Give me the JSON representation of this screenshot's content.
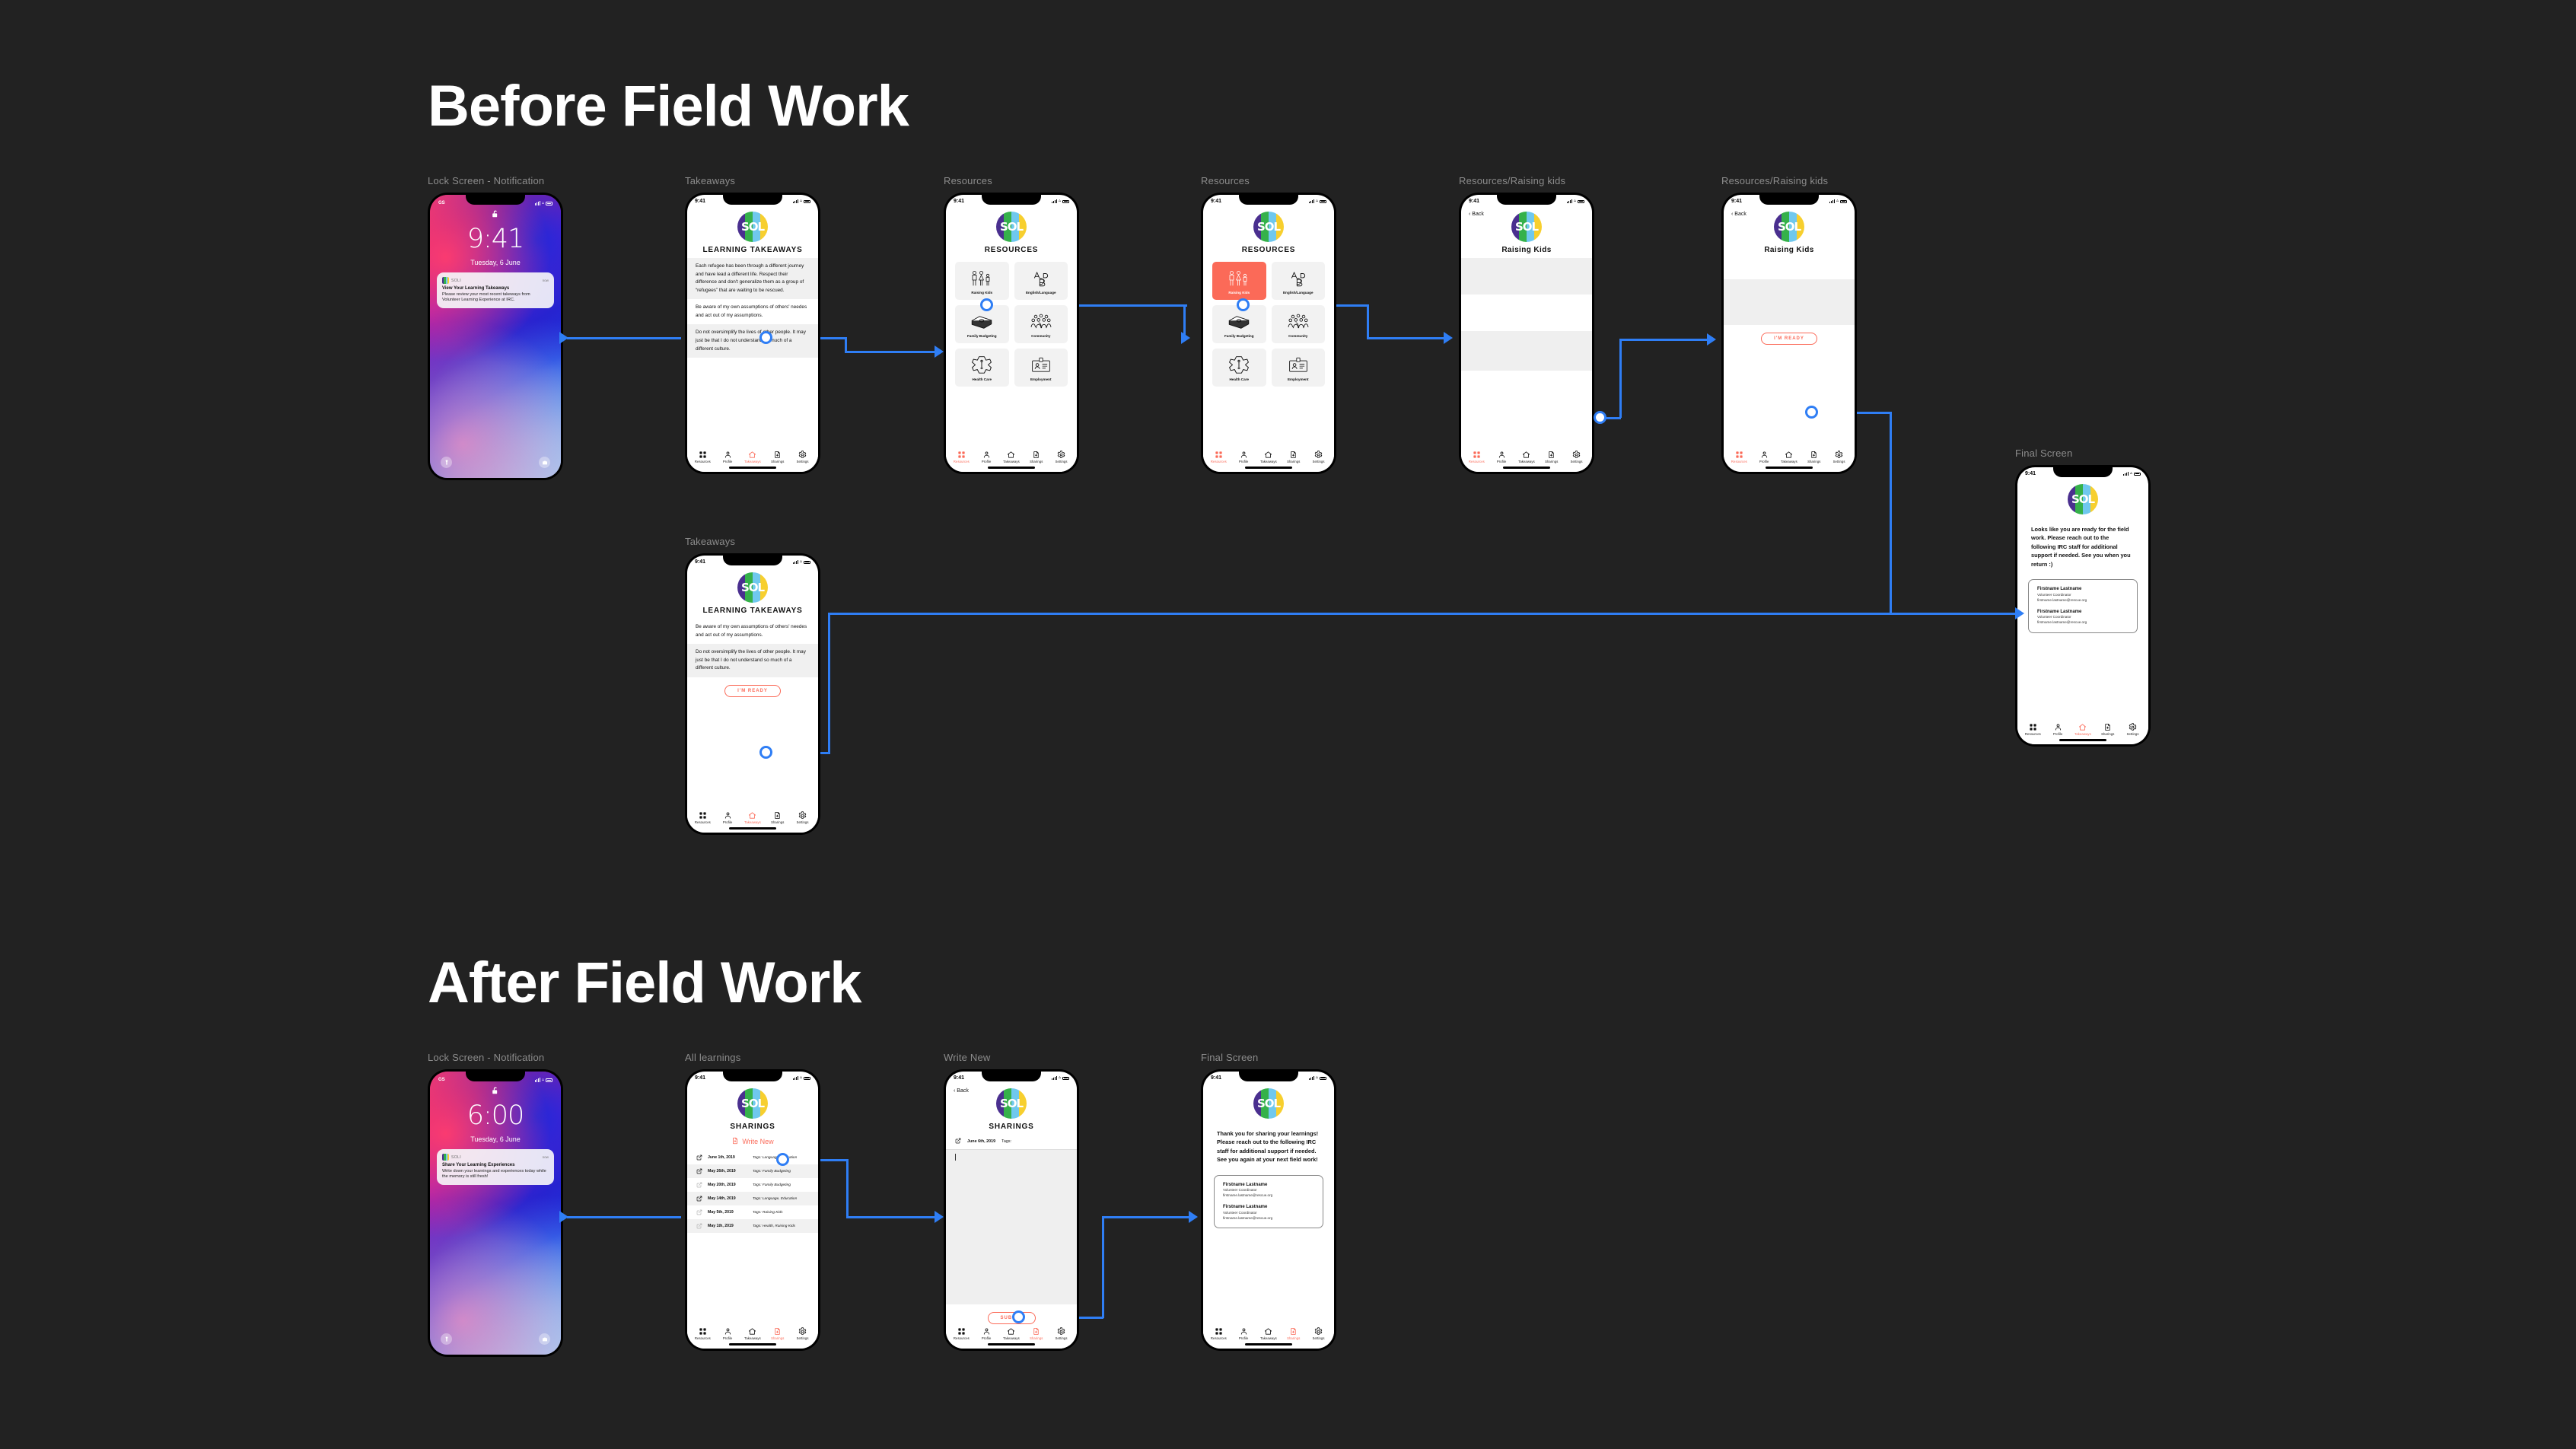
{
  "sections": [
    {
      "title": "Before Field Work"
    },
    {
      "title": "After Field Work"
    }
  ],
  "brand": {
    "logo_text": "SOL",
    "app_name": "SOLI",
    "accent_red": "#fb6a58",
    "flow_blue": "#2f7ef5",
    "bg": "#222222",
    "logo_colors": [
      "#4a2f8f",
      "#35b14a",
      "#6fc8ee",
      "#f7cf2e"
    ]
  },
  "tabbar": {
    "items": [
      {
        "label": "Resources",
        "icon": "grid-icon"
      },
      {
        "label": "Profile",
        "icon": "person-icon"
      },
      {
        "label": "Takeaways",
        "icon": "home-icon"
      },
      {
        "label": "Sharings",
        "icon": "file-plus-icon"
      },
      {
        "label": "Settings",
        "icon": "gear-icon"
      }
    ]
  },
  "status_bar": {
    "time": "9:41",
    "carrier": "GS"
  },
  "before": {
    "screens": [
      {
        "label": "Lock Screen - Notification",
        "type": "lock",
        "time": "9:41",
        "date": "Tuesday, 6 June",
        "carrier": "GS",
        "notification": {
          "app": "SOLI",
          "when": "now",
          "title": "View Your Learning Takeaways",
          "body": "Please review your most recent takeways from Volunteer Learning Experience at IRC."
        }
      },
      {
        "label": "Takeaways",
        "type": "takeaways",
        "title": "LEARNING TAKEAWAYS",
        "active_tab": 2,
        "paragraphs": [
          "Each refugee has been through a different journey and have lead a different life. Respect their difference and don't generalize them as a group of “refugees” that are waiting to be rescued.",
          "Be aware of my own assumptions of others' needes and act out of my assumptions.",
          "Do not oversimplify the lives of other people. It may just be that I do not understand so much of a different culture."
        ]
      },
      {
        "label": "Resources",
        "type": "resources",
        "title": "RESOURCES",
        "active_tab": 0,
        "selected_card": -1,
        "cards": [
          {
            "label": "Raising Kids",
            "icon": "family-icon"
          },
          {
            "label": "English/Language",
            "icon": "abc-icon"
          },
          {
            "label": "Family Budgeting",
            "icon": "money-stack-icon"
          },
          {
            "label": "Community",
            "icon": "people-group-icon"
          },
          {
            "label": "Health Care",
            "icon": "medical-star-icon"
          },
          {
            "label": "Employment",
            "icon": "id-badge-icon"
          }
        ]
      },
      {
        "label": "Resources",
        "type": "resources",
        "title": "RESOURCES",
        "active_tab": 0,
        "selected_card": 0,
        "cards": [
          {
            "label": "Raising Kids",
            "icon": "family-icon"
          },
          {
            "label": "English/Language",
            "icon": "abc-icon"
          },
          {
            "label": "Family Budgeting",
            "icon": "money-stack-icon"
          },
          {
            "label": "Community",
            "icon": "people-group-icon"
          },
          {
            "label": "Health Care",
            "icon": "medical-star-icon"
          },
          {
            "label": "Employment",
            "icon": "id-badge-icon"
          }
        ]
      },
      {
        "label": "Resources/Raising kids",
        "type": "detail",
        "back": "Back",
        "title": "Raising Kids",
        "active_tab": 0,
        "show_button": false,
        "button": ""
      },
      {
        "label": "Resources/Raising kids",
        "type": "detail",
        "back": "Back",
        "title": "Raising Kids",
        "active_tab": 0,
        "show_button": true,
        "button": "I'M READY"
      },
      {
        "label": "Takeaways",
        "type": "takeaways2",
        "title": "LEARNING TAKEAWAYS",
        "active_tab": 2,
        "button": "I'M READY",
        "paragraphs": [
          "Be aware of my own assumptions of others' needes and act out of my assumptions.",
          "Do not oversimplify the lives of other people. It may just be that I do not understand so much of a different culture."
        ]
      },
      {
        "label": "Final Screen",
        "type": "final",
        "active_tab": 2,
        "message": "Looks like you are ready for the field work. Please reach out to the following IRC staff for additional support if needed. See you when you return :)",
        "contacts": [
          {
            "name": "Firstname Lastname",
            "role": "Volunteer Coordinator",
            "email": "firstname.lastname@rescue.org"
          },
          {
            "name": "Firstname Lastname",
            "role": "Volunteer Coordinator",
            "email": "firstname.lastname@rescue.org"
          }
        ]
      }
    ]
  },
  "after": {
    "screens": [
      {
        "label": "Lock Screen - Notification",
        "type": "lock",
        "time": "6:00",
        "date": "Tuesday, 6 June",
        "carrier": "GS",
        "notification": {
          "app": "SOLI",
          "when": "now",
          "title": "Share Your Learning Experiences",
          "body": "Write down your learnings and experiences today while the memory is still fresh!"
        }
      },
      {
        "label": "All learnings",
        "type": "sharings",
        "title": "SHARINGS",
        "active_tab": 3,
        "write_new": "Write New",
        "rows": [
          {
            "date": "June 1th, 2019",
            "tags": "Tags: Language, Education",
            "dim": false
          },
          {
            "date": "May 26th, 2019",
            "tags": "Tags: Family Budgeting",
            "dim": false
          },
          {
            "date": "May 20th, 2019",
            "tags": "Tags: Family Budgeting",
            "dim": true
          },
          {
            "date": "May 14th, 2019",
            "tags": "Tags: Language, Education",
            "dim": false
          },
          {
            "date": "May 5th, 2019",
            "tags": "Tags: Raising Kids",
            "dim": true
          },
          {
            "date": "May 1th, 2019",
            "tags": "Tags: Health, Raising Kids",
            "dim": true
          }
        ]
      },
      {
        "label": "Write New",
        "type": "write",
        "back": "Back",
        "title": "SHARINGS",
        "active_tab": 3,
        "entry_date": "June 6th, 2019",
        "entry_tags": "Tags:",
        "button": "SUBMIT"
      },
      {
        "label": "Final Screen",
        "type": "final",
        "active_tab": 3,
        "message": "Thank you for sharing your learnings! Please reach out to the following IRC staff for additional support if needed. See you again at your next field work!",
        "contacts": [
          {
            "name": "Firstname Lastname",
            "role": "Volunteer Coordinator",
            "email": "firstname.lastname@rescue.org"
          },
          {
            "name": "Firstname Lastname",
            "role": "Volunteer Coordinator",
            "email": "firstname.lastname@rescue.org"
          }
        ]
      }
    ]
  }
}
